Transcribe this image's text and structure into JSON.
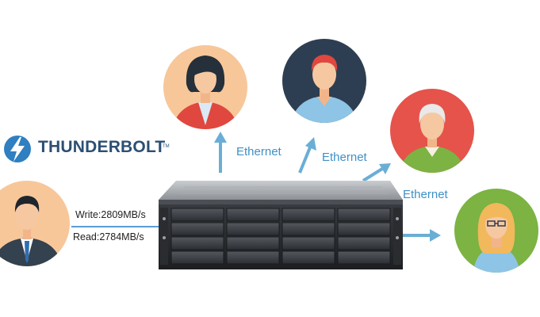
{
  "brand": {
    "name": "THUNDERBOLT",
    "trademark": "TM",
    "color": "#2c4f73",
    "bolt_color": "#2f7fc1"
  },
  "connection": {
    "write_label": "Write:2809MB/s",
    "read_label": "Read:2784MB/s"
  },
  "ethernet_labels": [
    "Ethernet",
    "Ethernet",
    "Ethernet"
  ],
  "colors": {
    "arrow": "#6aaed6",
    "link_line": "#5b9bd5",
    "ethernet_text": "#3f90c6",
    "circle_peach": "#f7c79a",
    "circle_navy": "#2e3e52",
    "circle_red": "#e5534b",
    "circle_green": "#7cb342"
  },
  "users": [
    {
      "role": "thunderbolt-user",
      "icon": "user-businessman-icon"
    },
    {
      "role": "ethernet-user-1",
      "icon": "user-woman-icon"
    },
    {
      "role": "ethernet-user-2",
      "icon": "user-man-icon"
    },
    {
      "role": "ethernet-user-3",
      "icon": "user-elder-icon"
    },
    {
      "role": "ethernet-user-4",
      "icon": "user-woman-glasses-icon"
    }
  ],
  "device": {
    "icon": "rackmount-storage-icon",
    "bays": 16
  }
}
